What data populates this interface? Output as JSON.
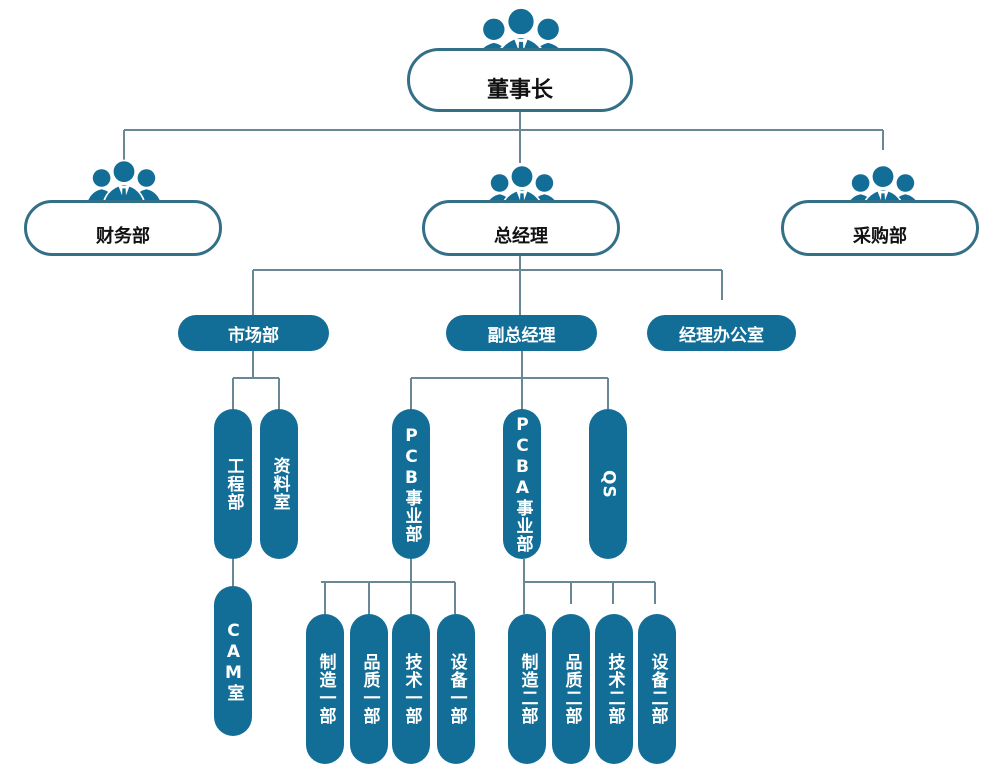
{
  "chairman": "董事长",
  "finance": "财务部",
  "general_manager": "总经理",
  "purchasing": "采购部",
  "market": "市场部",
  "deputy_gm": "副总经理",
  "gm_office": "经理办公室",
  "engineering": "工程部",
  "documents": "资料室",
  "cam": "CAM室",
  "pcb_division": "PCB事业部",
  "pcba_division": "PCBA事业部",
  "qs": "QS",
  "pcb_depts": [
    "制造一部",
    "品质一部",
    "技术一部",
    "设备一部"
  ],
  "pcba_depts": [
    "制造二部",
    "品质二部",
    "技术二部",
    "设备二部"
  ],
  "colors": {
    "fill": "#126d97",
    "outline": "#346f88",
    "line": "#6a8796"
  },
  "icons": [
    "people-group-icon"
  ]
}
